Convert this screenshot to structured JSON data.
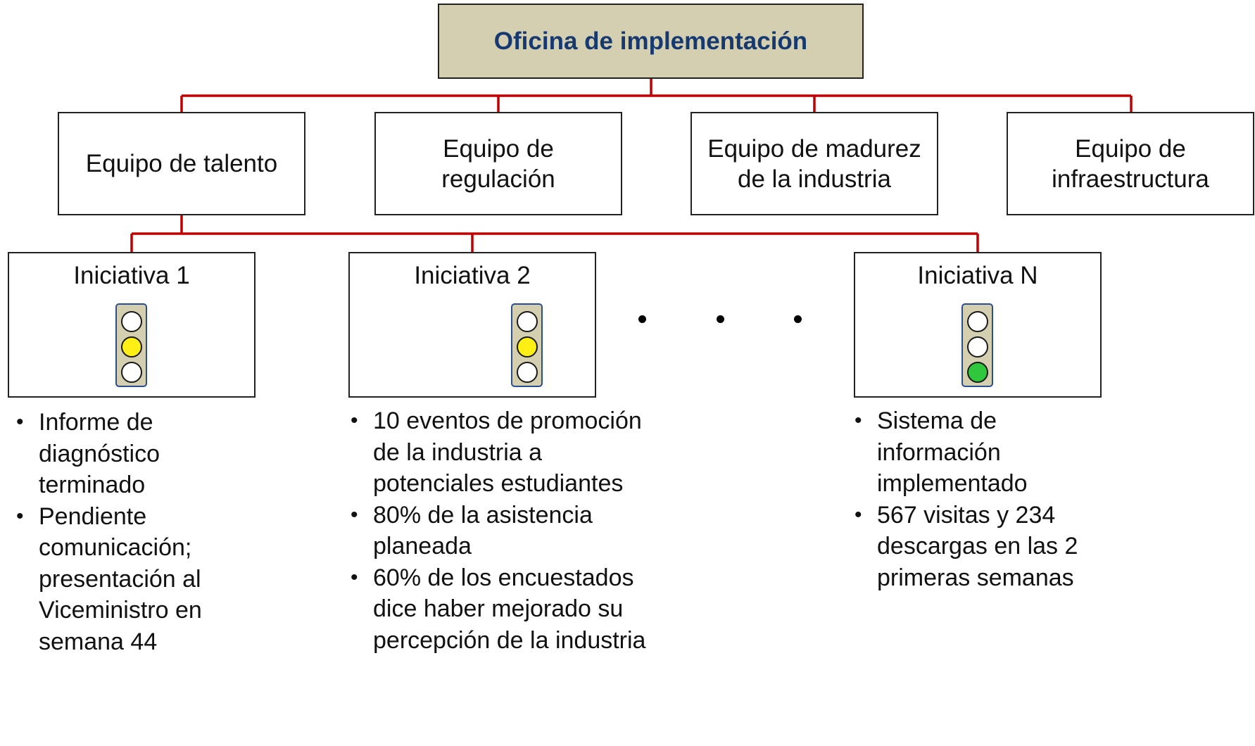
{
  "office": {
    "label": "Oficina de implementación"
  },
  "teams": [
    {
      "label": "Equipo de talento"
    },
    {
      "label": "Equipo de\nregulación"
    },
    {
      "label": "Equipo de madurez\nde la industria"
    },
    {
      "label": "Equipo de\ninfraestructura"
    }
  ],
  "initiatives": [
    {
      "title": "Iniciativa 1",
      "light": "yellow",
      "bullets": [
        "Informe de diagnóstico terminado",
        "Pendiente comunicación; presentación al Viceministro en semana 44"
      ]
    },
    {
      "title": "Iniciativa 2",
      "light": "yellow",
      "bullets": [
        "10 eventos de promoción de la industria a potenciales estudiantes",
        "80% de la asistencia planeada",
        "60% de los encuestados dice haber mejorado su percepción de la industria"
      ]
    },
    {
      "title": "Iniciativa N",
      "light": "green",
      "bullets": [
        "Sistema de información implementado",
        "567 visitas y 234 descargas en las 2 primeras semanas"
      ]
    }
  ],
  "colors": {
    "connector": "#c00000",
    "office_fill": "#d4cfb0",
    "office_text": "#163a70",
    "light_yellow": "#ffef14",
    "light_green": "#2fc83c"
  }
}
